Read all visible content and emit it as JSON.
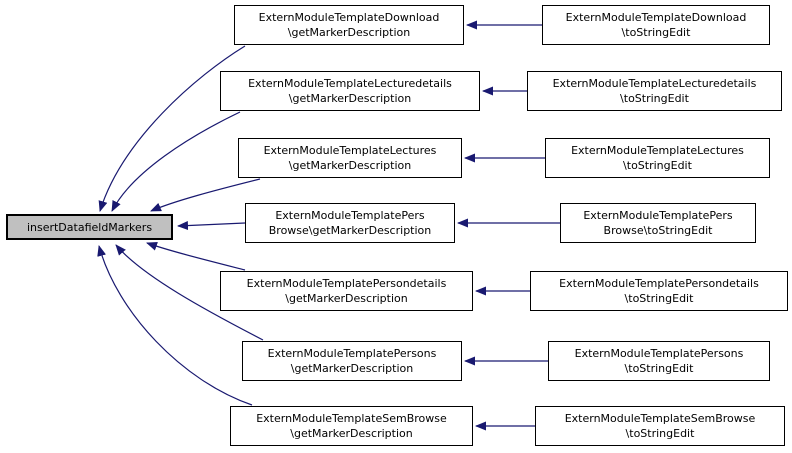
{
  "colors": {
    "edge": "#191970",
    "node_border": "#000000",
    "node_fill": "#ffffff",
    "root_fill": "#c0c0c0",
    "background": "#ffffff"
  },
  "root": {
    "label": "insertDatafieldMarkers"
  },
  "rows": [
    {
      "caller": {
        "line1": "ExternModuleTemplateDownload",
        "line2": "\\getMarkerDescription"
      },
      "grandcaller": {
        "line1": "ExternModuleTemplateDownload",
        "line2": "\\toStringEdit"
      }
    },
    {
      "caller": {
        "line1": "ExternModuleTemplateLecturedetails",
        "line2": "\\getMarkerDescription"
      },
      "grandcaller": {
        "line1": "ExternModuleTemplateLecturedetails",
        "line2": "\\toStringEdit"
      }
    },
    {
      "caller": {
        "line1": "ExternModuleTemplateLectures",
        "line2": "\\getMarkerDescription"
      },
      "grandcaller": {
        "line1": "ExternModuleTemplateLectures",
        "line2": "\\toStringEdit"
      }
    },
    {
      "caller": {
        "line1": "ExternModuleTemplatePers",
        "line2": "Browse\\getMarkerDescription"
      },
      "grandcaller": {
        "line1": "ExternModuleTemplatePers",
        "line2": "Browse\\toStringEdit"
      }
    },
    {
      "caller": {
        "line1": "ExternModuleTemplatePersondetails",
        "line2": "\\getMarkerDescription"
      },
      "grandcaller": {
        "line1": "ExternModuleTemplatePersondetails",
        "line2": "\\toStringEdit"
      }
    },
    {
      "caller": {
        "line1": "ExternModuleTemplatePersons",
        "line2": "\\getMarkerDescription"
      },
      "grandcaller": {
        "line1": "ExternModuleTemplatePersons",
        "line2": "\\toStringEdit"
      }
    },
    {
      "caller": {
        "line1": "ExternModuleTemplateSemBrowse",
        "line2": "\\getMarkerDescription"
      },
      "grandcaller": {
        "line1": "ExternModuleTemplateSemBrowse",
        "line2": "\\toStringEdit"
      }
    }
  ]
}
